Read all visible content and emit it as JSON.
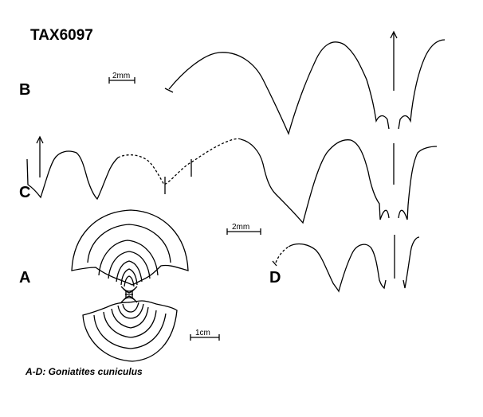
{
  "figure": {
    "id": "TAX6097",
    "panels": {
      "a": "A",
      "b": "B",
      "c": "C",
      "d": "D"
    },
    "scale_bars": {
      "b": "2mm",
      "c": "2mm",
      "a": "1cm"
    },
    "caption": {
      "prefix": "A-D: ",
      "species": "Goniatites cuniculus"
    }
  }
}
